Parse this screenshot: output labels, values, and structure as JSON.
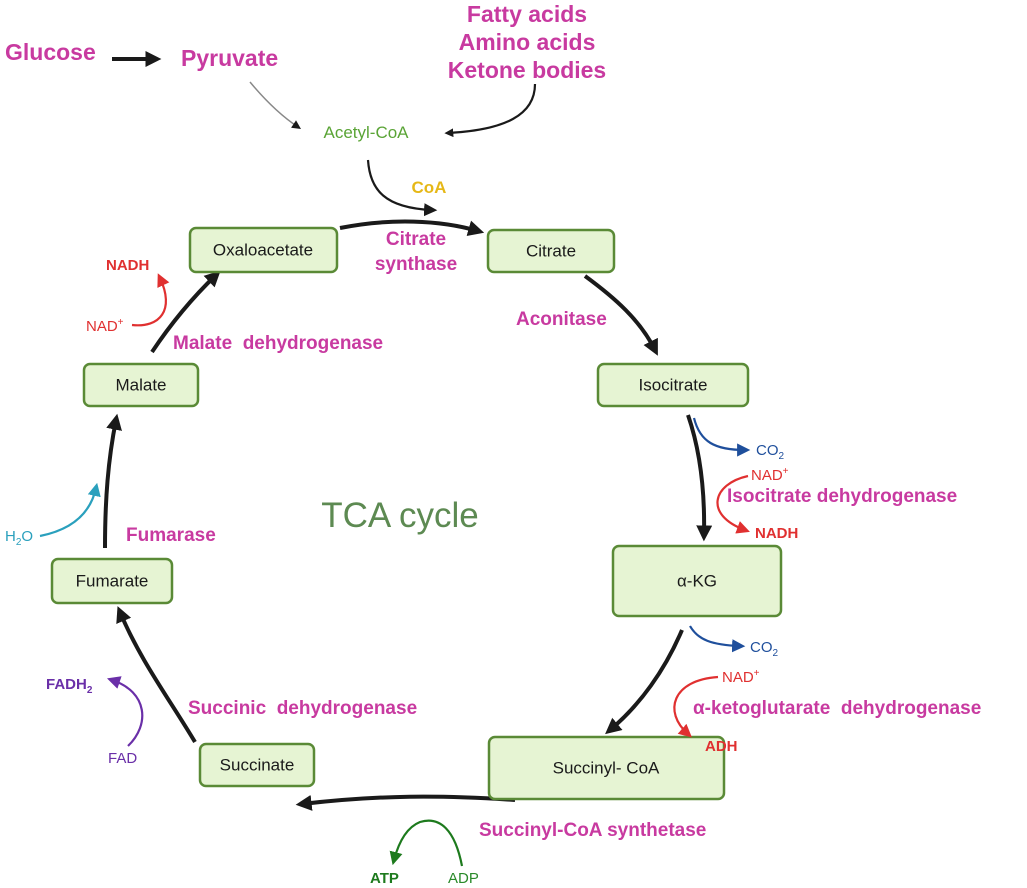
{
  "title": "TCA cycle",
  "inputs": {
    "glucose": "Glucose",
    "pyruvate": "Pyruvate",
    "fatty_acids": "Fatty acids",
    "amino_acids": "Amino acids",
    "ketone_bodies": "Ketone bodies",
    "acetyl_coa": "Acetyl-CoA",
    "coa": "CoA"
  },
  "metabolites": {
    "oxaloacetate": "Oxaloacetate",
    "citrate": "Citrate",
    "isocitrate": "Isocitrate",
    "akg": "α-KG",
    "succinyl_coa": "Succinyl- CoA",
    "succinate": "Succinate",
    "fumarate": "Fumarate",
    "malate": "Malate"
  },
  "enzymes": {
    "citrate_synthase_1": "Citrate",
    "citrate_synthase_2": "synthase",
    "aconitase": "Aconitase",
    "isocitrate_dh": "Isocitrate dehydrogenase",
    "akg_dh": "α-ketoglutarate  dehydrogenase",
    "succinyl_coa_synthetase": "Succinyl-CoA synthetase",
    "succinic_dh": "Succinic  dehydrogenase",
    "fumarase": "Fumarase",
    "malate_dh": "Malate  dehydrogenase"
  },
  "cofactors": {
    "nadh_malate": "NADH",
    "nad_malate": "NAD",
    "co2_isocitrate": "CO",
    "nad_isocitrate": "NAD",
    "nadh_isocitrate": "NADH",
    "co2_akg": "CO",
    "nad_akg": "NAD",
    "adh_akg": "ADH",
    "atp": "ATP",
    "adp": "ADP",
    "fadh2": "FADH",
    "fad": "FAD",
    "h2o_h": "H",
    "h2o_o": "O",
    "sub_2": "2",
    "sup_plus": "+"
  }
}
